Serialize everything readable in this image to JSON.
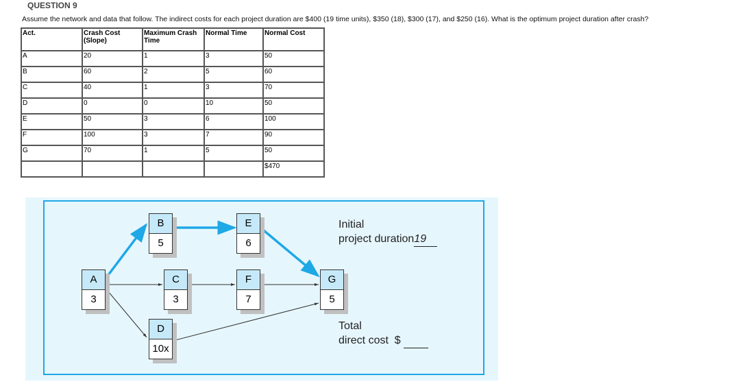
{
  "question_heading": "QUESTION 9",
  "prompt": "Assume the network and data that follow.  The indirect costs for each project duration are $400 (19 time units), $350 (18), $300 (17), and $250 (16). What is the optimum project duration after crash?",
  "table": {
    "headers": [
      "Act.",
      "Crash Cost (Slope)",
      "Maximum Crash Time",
      "Normal Time",
      "Normal Cost"
    ],
    "rows": [
      [
        "A",
        "20",
        "1",
        "3",
        "50"
      ],
      [
        "B",
        "60",
        "2",
        "5",
        "60"
      ],
      [
        "C",
        "40",
        "1",
        "3",
        "70"
      ],
      [
        "D",
        "0",
        "0",
        "10",
        "50"
      ],
      [
        "E",
        "50",
        "3",
        "6",
        "100"
      ],
      [
        "F",
        "100",
        "3",
        "7",
        "90"
      ],
      [
        "G",
        "70",
        "1",
        "5",
        "50"
      ],
      [
        "",
        "",
        "",
        "",
        "$470"
      ]
    ]
  },
  "network": {
    "nodes": [
      {
        "label": "A",
        "value": "3"
      },
      {
        "label": "B",
        "value": "5"
      },
      {
        "label": "C",
        "value": "3"
      },
      {
        "label": "D",
        "value": "10x"
      },
      {
        "label": "E",
        "value": "6"
      },
      {
        "label": "F",
        "value": "7"
      },
      {
        "label": "G",
        "value": "5"
      }
    ],
    "critical_path_color": "#1ea8e6",
    "initial_label_1": "Initial",
    "initial_label_2": "project duration",
    "initial_value": "19",
    "total_label_1": "Total",
    "total_label_2": "direct cost  $"
  }
}
